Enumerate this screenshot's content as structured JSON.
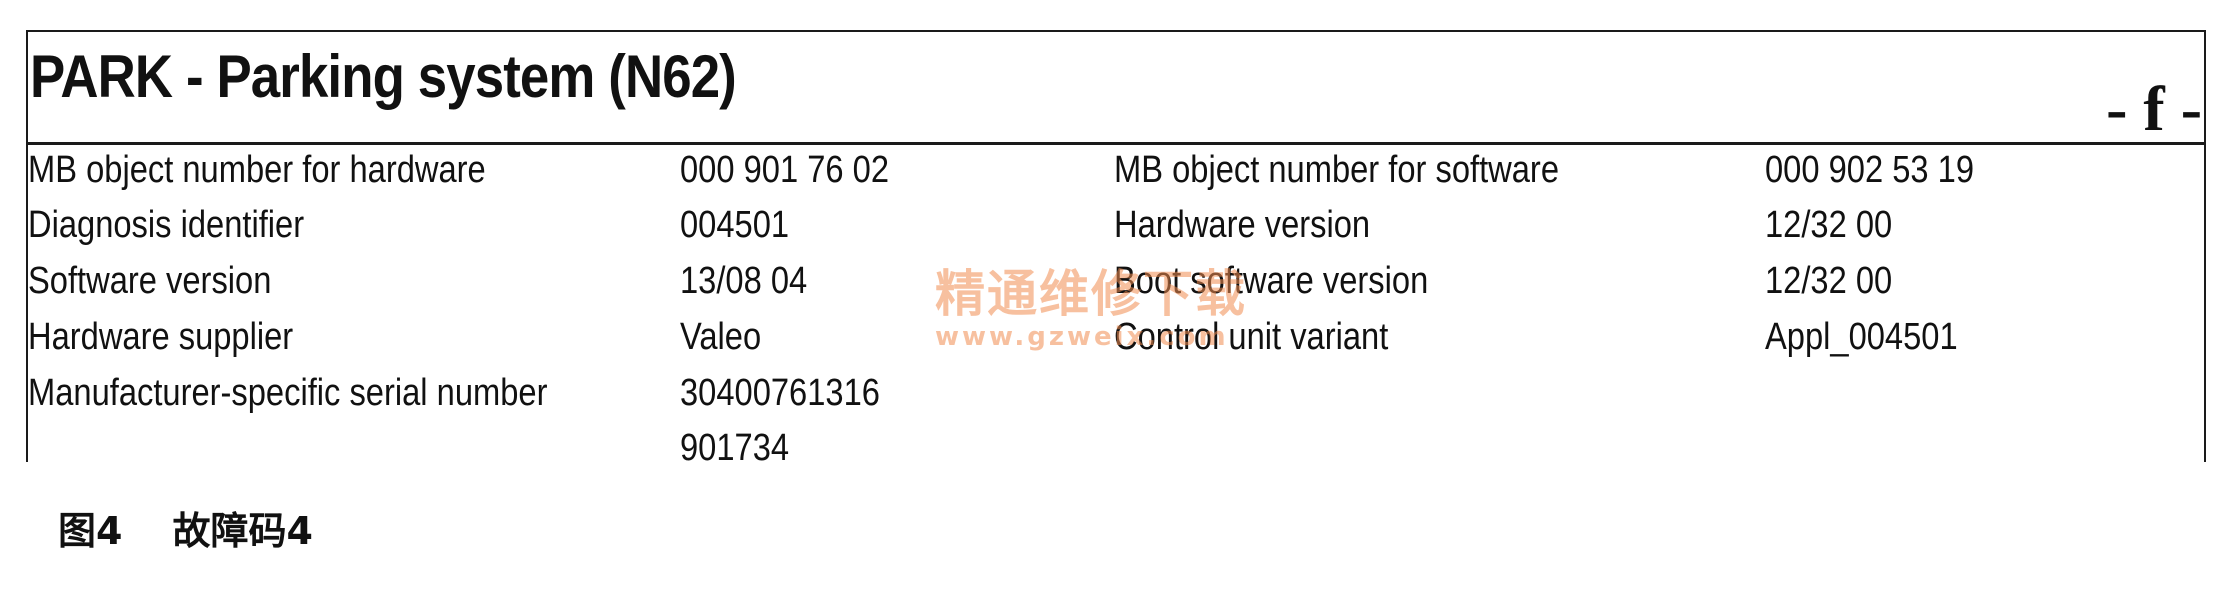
{
  "header": {
    "title": "PARK - Parking system (N62)",
    "corner_mark": "- f -"
  },
  "rows": [
    {
      "label_left": "MB object number for hardware",
      "value_left": "000 901 76 02",
      "label_right": "MB object number for software",
      "value_right": "000 902 53 19"
    },
    {
      "label_left": "Diagnosis identifier",
      "value_left": "004501",
      "label_right": "Hardware version",
      "value_right": "12/32 00"
    },
    {
      "label_left": "Software version",
      "value_left": "13/08 04",
      "label_right": "Boot software version",
      "value_right": "12/32 00"
    },
    {
      "label_left": "Hardware supplier",
      "value_left": "Valeo",
      "label_right": "Control unit variant",
      "value_right": "Appl_004501"
    },
    {
      "label_left": "Manufacturer-specific serial number",
      "value_left": "30400761316"
    },
    {
      "value_left": "901734"
    }
  ],
  "watermark": {
    "text": "精通维修下载",
    "url": "www.gzweix.com"
  },
  "caption": {
    "figure": "图4",
    "text": "故障码4"
  }
}
